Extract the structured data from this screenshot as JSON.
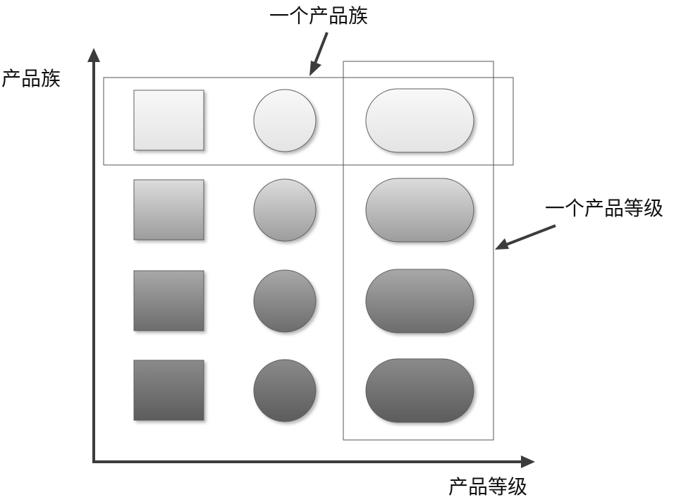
{
  "axes": {
    "y_label": "产品族",
    "x_label": "产品等级"
  },
  "annotations": {
    "family": "一个产品族",
    "level": "一个产品等级"
  },
  "shapes": [
    "square",
    "circle",
    "rounded-rectangle"
  ],
  "rows": [
    {
      "fill_top": "#f8f8f8",
      "fill_bottom": "#e4e4e4"
    },
    {
      "fill_top": "#dcdcdc",
      "fill_bottom": "#9c9c9c"
    },
    {
      "fill_top": "#a8a8a8",
      "fill_bottom": "#6c6c6c"
    },
    {
      "fill_top": "#8a8a8a",
      "fill_bottom": "#5c5c5c"
    }
  ],
  "colors": {
    "axis": "#3c3c3c",
    "frame": "#555555",
    "shape_stroke": "#606060"
  }
}
